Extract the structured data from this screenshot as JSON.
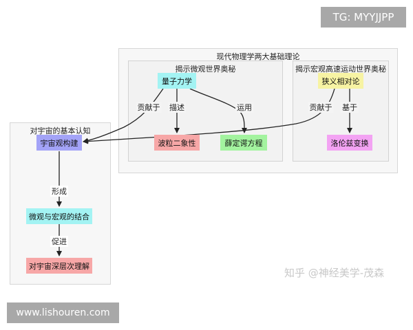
{
  "clusters": {
    "theories": {
      "title": "现代物理学两大基础理论"
    },
    "quantum": {
      "title": "揭示微观世界奥秘"
    },
    "relativity": {
      "title": "揭示宏观高速运动世界奥秘"
    },
    "cognition": {
      "title": "对宇宙的基本认知"
    }
  },
  "nodes": {
    "quantum_mechanics": {
      "label": "量子力学",
      "color": "#a3f3f3"
    },
    "wave_particle": {
      "label": "波粒二象性",
      "color": "#f7a7a7"
    },
    "schrodinger": {
      "label": "薛定谔方程",
      "color": "#a3f39f"
    },
    "special_relativity": {
      "label": "狭义相对论",
      "color": "#f7f3a3"
    },
    "lorentz": {
      "label": "洛伦兹变换",
      "color": "#f3a3f3"
    },
    "cosmology": {
      "label": "宇宙观构建",
      "color": "#a3a3f7"
    },
    "micro_macro": {
      "label": "微观与宏观的结合",
      "color": "#a3f3f3"
    },
    "deep_understanding": {
      "label": "对宇宙深层次理解",
      "color": "#f7a7a7"
    }
  },
  "edges": {
    "qm_contrib": "贡献于",
    "qm_describe": "描述",
    "qm_apply": "运用",
    "sr_contrib": "贡献于",
    "sr_based": "基于",
    "form": "形成",
    "promote": "促进"
  },
  "overlays": {
    "tg": "TG: MYYJJPP",
    "url": "www.lishouren.com",
    "watermark": "知乎 @神经美学-茂森"
  }
}
